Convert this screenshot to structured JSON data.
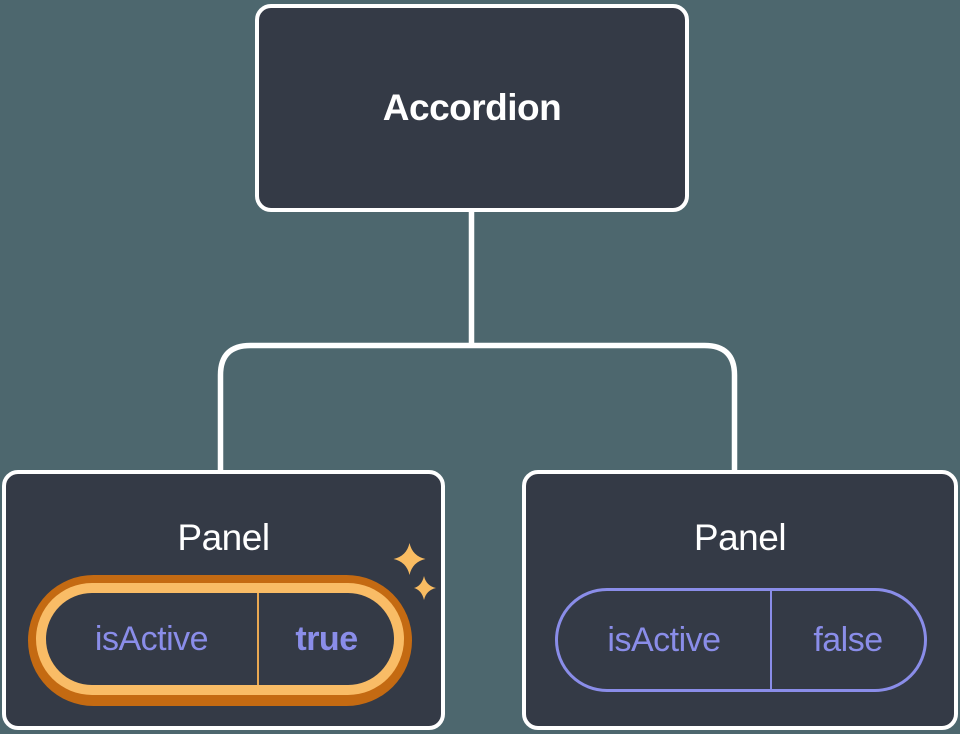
{
  "root_node": {
    "label": "Accordion"
  },
  "panels": [
    {
      "title": "Panel",
      "state": {
        "name": "isActive",
        "value": "true"
      },
      "active": true
    },
    {
      "title": "Panel",
      "state": {
        "name": "isActive",
        "value": "false"
      },
      "active": false
    }
  ],
  "colors": {
    "background": "#4D676E",
    "node_fill": "#343A46",
    "node_border": "#FFFFFF",
    "state_text": "#8A8DE9",
    "highlight_ring_outer": "#C46A12",
    "highlight_ring_inner": "#F9BC66",
    "highlight_divider": "#E9A852",
    "sparkle": "#F9BC62",
    "connector": "#FFFFFF"
  }
}
